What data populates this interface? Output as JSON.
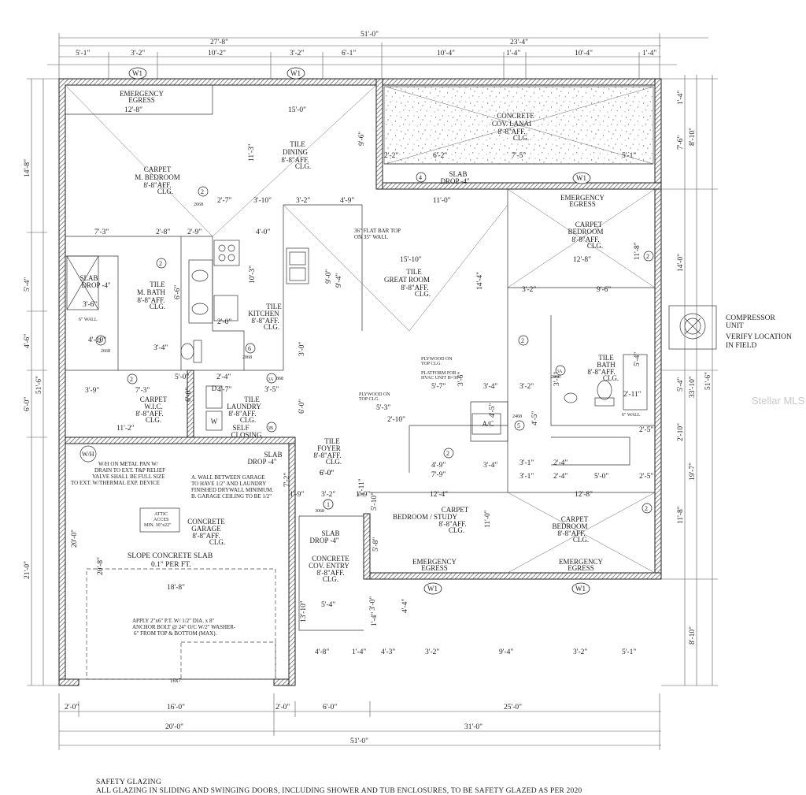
{
  "top_dims": {
    "overall": "51'-0\"",
    "left_half": "27'-8\"",
    "right_half": "23'-4\"",
    "segments": [
      "5'-1\"",
      "3'-2\"",
      "10'-2\"",
      "3'-2\"",
      "6'-1\"",
      "10'-4\"",
      "1'-4\"",
      "10'-4\"",
      "1'-4\""
    ]
  },
  "bottom_dims": {
    "overall": "51'-0\"",
    "left": "20'-0\"",
    "right": "31'-0\"",
    "row": [
      "2'-0\"",
      "16'-0\"",
      "2'-0\"",
      "6'-0\"",
      "25'-0\""
    ]
  },
  "left_dims": [
    "14'-8\"",
    "5'-4\"",
    "4'-6\"",
    "6'-0\"",
    "51'-6\"",
    "21'-0\""
  ],
  "right_dims": [
    "1'-4\"",
    "7'-6\"",
    "8'-10\"",
    "14'-0\"",
    "5'-4\"",
    "33'-10\"",
    "51'-6\"",
    "2'-10\"",
    "19'-7\"",
    "11'-8\"",
    "8'-10\""
  ],
  "rooms": {
    "master_bedroom": [
      "CARPET",
      "M. BEDROOM",
      "8'-8\"AFF.",
      "CLG."
    ],
    "dining": [
      "TILE",
      "DINING",
      "8'-8\"AFF.",
      "CLG."
    ],
    "lanai": [
      "CONCRETE",
      "COV. LANAI",
      "8'-8\"AFF.",
      "CLG."
    ],
    "bedroom_ne": [
      "CARPET",
      "BEDROOM",
      "8'-8\"AFF.",
      "CLG."
    ],
    "great_room": [
      "TILE",
      "GREAT ROOM",
      "8'-8\"AFF.",
      "CLG."
    ],
    "master_bath": [
      "TILE",
      "M. BATH",
      "8'-8\"AFF.",
      "CLG."
    ],
    "kitchen": [
      "TILE",
      "KITCHEN",
      "8'-8\"AFF.",
      "CLG."
    ],
    "bath": [
      "TILE",
      "BATH",
      "8'-8\"AFF.",
      "CLG."
    ],
    "wic": [
      "CARPET",
      "W.I.C.",
      "8'-8\"AFF.",
      "CLG."
    ],
    "laundry": [
      "TILE",
      "LAUNDRY",
      "8'-8\"AFF.",
      "CLG."
    ],
    "foyer": [
      "TILE",
      "FOYER",
      "8'-8\"AFF.",
      "CLG."
    ],
    "garage": [
      "CONCRETE",
      "GARAGE",
      "8'-8\"AFF.",
      "CLG."
    ],
    "study": [
      "CARPET",
      "BEDROOM / STUDY",
      "8'-8\"AFF.",
      "CLG."
    ],
    "bedroom_se": [
      "CARPET",
      "BEDROOM",
      "8'-8\"AFF.",
      "CLG."
    ],
    "entry": [
      "CONCRETE",
      "COV. ENTRY",
      "8'-8\"AFF.",
      "CLG."
    ]
  },
  "labels": {
    "emergency_egress": [
      "EMERGENCY",
      "EGRESS"
    ],
    "slab_drop": [
      "SLAB",
      "DROP -4\""
    ],
    "flat_bar": [
      "36\" FLAT BAR TOP",
      "ON 35\" WALL"
    ],
    "compressor": [
      "COMPRESSOR",
      "UNIT",
      "VERIFY LOCATION",
      "IN FIELD"
    ],
    "ac": "A/C",
    "wh": "W/H",
    "washer": "W",
    "dryer": "D",
    "self_closing": [
      "SELF",
      "CLOSING"
    ],
    "wall_6": "6\" WALL",
    "wh_note": [
      "W/H ON METAL PAN W/",
      "DRAIN TO EXT. T&P RELIEF",
      "VALVE SHALL BE FULL SIZE",
      "TO EXT. W/THERMAL EXP. DEVICE"
    ],
    "garage_wall_note": [
      "A. WALL BETWEEN GARAGE",
      "TO HAVE 1/2\" AND LAUNDRY",
      "FINISHED DRYWALL MINIMUM.",
      "B. GARAGE CEILING TO BE 1/2\""
    ],
    "attic": [
      "ATTIC",
      "ACCES",
      "MIN. 30\"x22\""
    ],
    "slope": [
      "SLOPE CONCRETE SLAB",
      "0.1\" PER FT."
    ],
    "anchor_note": [
      "APPLY 2\"x6\" P.T. W/ 1/2\" DIA. x 8\"",
      "ANCHOR BOLT @ 24\" O/C W/2\" WASHER-",
      "6\" FROM TOP & BOTTOM (MAX)."
    ],
    "garage_door": "16x7",
    "plywood": [
      "PLYWOOD ON",
      "TOP CLG."
    ],
    "platform": [
      "PLATFORM FOR",
      "HVAC UNIT H=30\""
    ],
    "w1": "W1",
    "door_2868": "2868",
    "door_2468": "2468",
    "door_2068": "2068",
    "door_3068": "3068",
    "door_2668": "2668"
  },
  "interior_dims": [
    "12'-8\"",
    "15'-0\"",
    "11'-3\"",
    "9'-6\"",
    "2'-2\"",
    "6'-2\"",
    "7'-5\"",
    "5'-1\"",
    "2'-7\"",
    "3'-10\"",
    "3'-2\"",
    "4'-9\"",
    "11'-0\"",
    "7'-3\"",
    "2'-8\"",
    "2'-9\"",
    "4'-0\"",
    "15'-10\"",
    "12'-8\"",
    "3'-6\"",
    "6'-6\"",
    "10'-3\"",
    "9'-0\"",
    "9'-4\"",
    "14'-4\"",
    "11'-8\"",
    "3'-2\"",
    "9'-6\"",
    "4'-10\"",
    "2'-0\"",
    "3'-4\"",
    "3'-0\"",
    "2'-4\"",
    "5'-0\"",
    "3'-9\"",
    "7'-3\"",
    "3'-5\"",
    "4'-7\"",
    "11'-2\"",
    "6'-0\"",
    "3'-6\"",
    "3'-4\"",
    "5'-7\"",
    "3'-2\"",
    "3'-1\"",
    "5'-4\"",
    "2'-11\"",
    "4'-5\"",
    "4'-9\"",
    "7'-9\"",
    "3'-4\"",
    "3'-1\"",
    "2'-4\"",
    "5'-0\"",
    "2'-5\"",
    "7'-2\"",
    "1'-9\"",
    "3'-2\"",
    "1'-9\"",
    "5'-11\"",
    "5'-10\"",
    "6'-0\"",
    "12'-4\"",
    "12'-8\"",
    "11'-0\"",
    "20'-0\"",
    "20'-8\"",
    "18'-8\"",
    "13'-10\"",
    "5'-4\"",
    "3'-0\"",
    "4'-4\"",
    "1'-4\"",
    "4'-8\"",
    "1'-4\"",
    "4'-3\"",
    "3'-2\"",
    "9'-4\"",
    "3'-2\"",
    "5'-1\"",
    "4'-5\"",
    "5'-8\"",
    "6'-0\"",
    "2'-10\"",
    "2'-5\"",
    "5'-3\"",
    "3'-1\"",
    "2'-4\"",
    "6'-0\""
  ],
  "tags": [
    "2",
    "3A",
    "3B",
    "4",
    "5",
    "6",
    "1"
  ],
  "watermark": "Stellar MLS",
  "footer": {
    "line1": "SAFETY GLAZING",
    "line2": "ALL GLAZING IN SLIDING AND SWINGING DOORS, INCLUDING SHOWER AND TUB ENCLOSURES, TO BE SAFETY GLAZED AS PER 2020"
  }
}
